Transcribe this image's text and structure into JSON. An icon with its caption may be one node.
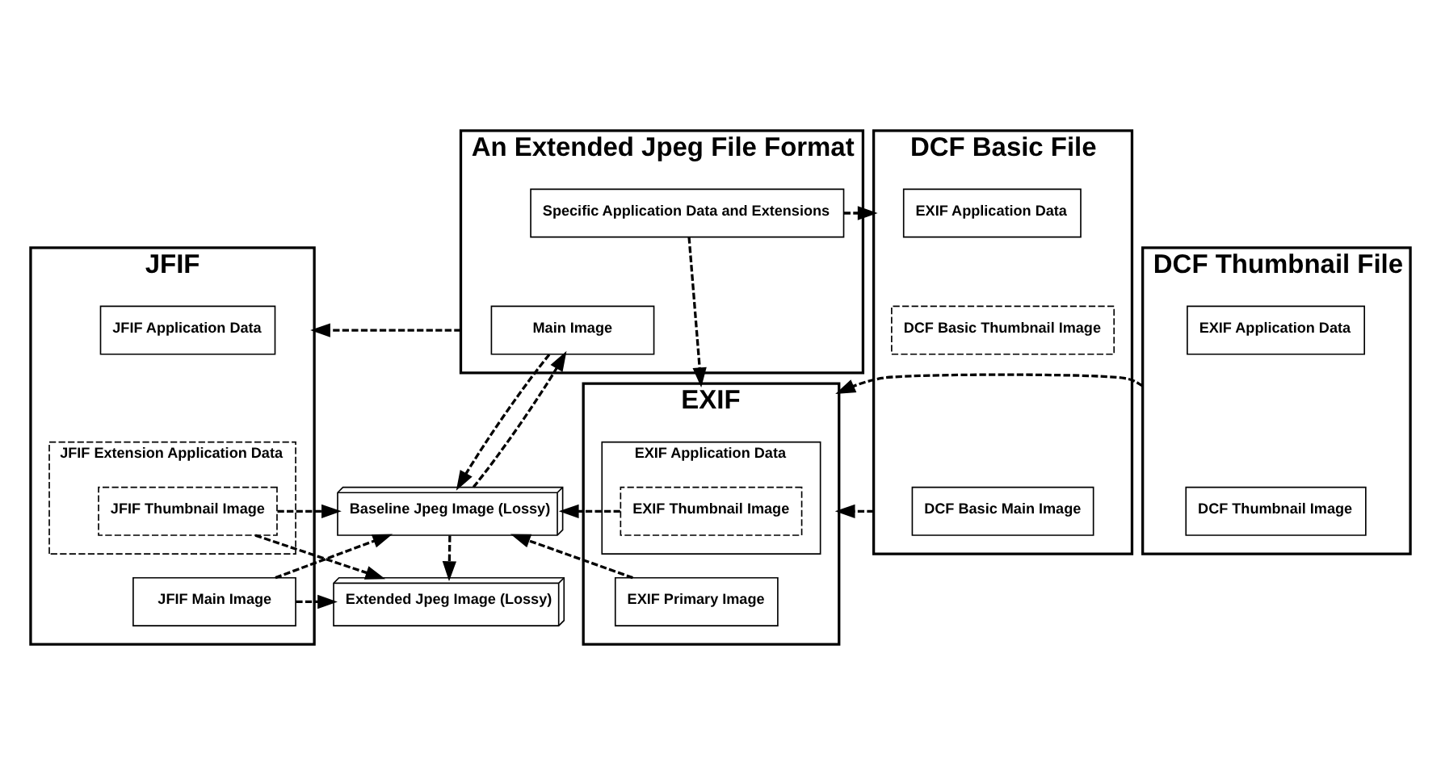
{
  "diagram": {
    "nodes": [
      {
        "text": [
          "An Extended Jpeg File Format"
        ]
      },
      {
        "text": [
          "Specific Application Data and Extensions"
        ],
        "in": 0
      },
      {
        "text": [
          "Main Image"
        ],
        "in": 0
      },
      {
        "text": [
          "JFIF"
        ]
      },
      {
        "text": [
          "JFIF Application Data"
        ],
        "in": 3
      },
      {
        "text": [
          "JFIF Extension Application Data"
        ],
        "in": 3
      },
      {
        "text": [
          "JFIF Thumbnail Image"
        ],
        "in": 5
      },
      {
        "text": [
          "JFIF Main Image"
        ],
        "in": 3
      },
      {
        "text": [
          "Baseline Jpeg Image (Lossy)"
        ]
      },
      {
        "text": [
          "Extended Jpeg Image (Lossy)"
        ]
      },
      {
        "text": [
          "EXIF"
        ]
      },
      {
        "text": [
          "EXIF Application Data"
        ],
        "in": 10
      },
      {
        "text": [
          "EXIF Thumbnail Image"
        ],
        "in": 11
      },
      {
        "text": [
          "EXIF Primary Image"
        ],
        "in": 10
      },
      {
        "text": [
          "DCF Basic File"
        ]
      },
      {
        "text": [
          "EXIF Application Data"
        ],
        "in": 14
      },
      {
        "text": [
          "DCF Basic Thumbnail Image"
        ],
        "in": 14
      },
      {
        "text": [
          "DCF Basic Main Image"
        ],
        "in": 14
      },
      {
        "text": [
          "DCF Thumbnail File"
        ]
      },
      {
        "text": [
          "EXIF Application Data"
        ],
        "in": 18
      },
      {
        "text": [
          "DCF Thumbnail Image"
        ],
        "in": 18
      }
    ],
    "edges": [
      {
        "from": 0,
        "to": 3,
        "arrow": "to",
        "style": "dashed"
      },
      {
        "from": 1,
        "to": 14,
        "arrow": "to",
        "style": "dashed"
      },
      {
        "from": 1,
        "to": 10,
        "arrow": "to",
        "style": "dashed"
      },
      {
        "from": 8,
        "to": 2,
        "arrow": "to",
        "style": "dashed"
      },
      {
        "from": 2,
        "to": 8,
        "arrow": "to",
        "style": "dashed"
      },
      {
        "from": 14,
        "to": 10,
        "arrow": "to",
        "style": "dashed"
      },
      {
        "from": 18,
        "to": 10,
        "arrow": "to",
        "style": "dashed"
      },
      {
        "from": 12,
        "to": 8,
        "arrow": "to",
        "style": "dashed"
      },
      {
        "from": 13,
        "to": 8,
        "arrow": "to",
        "style": "dashed"
      },
      {
        "from": 6,
        "to": 8,
        "arrow": "to",
        "style": "dashed"
      },
      {
        "from": 6,
        "to": 9,
        "arrow": "to",
        "style": "dashed"
      },
      {
        "from": 7,
        "to": 8,
        "arrow": "to",
        "style": "dashed"
      },
      {
        "from": 7,
        "to": 9,
        "arrow": "to",
        "style": "dashed"
      },
      {
        "from": 8,
        "to": 9,
        "arrow": "to",
        "style": "dashed"
      }
    ]
  }
}
